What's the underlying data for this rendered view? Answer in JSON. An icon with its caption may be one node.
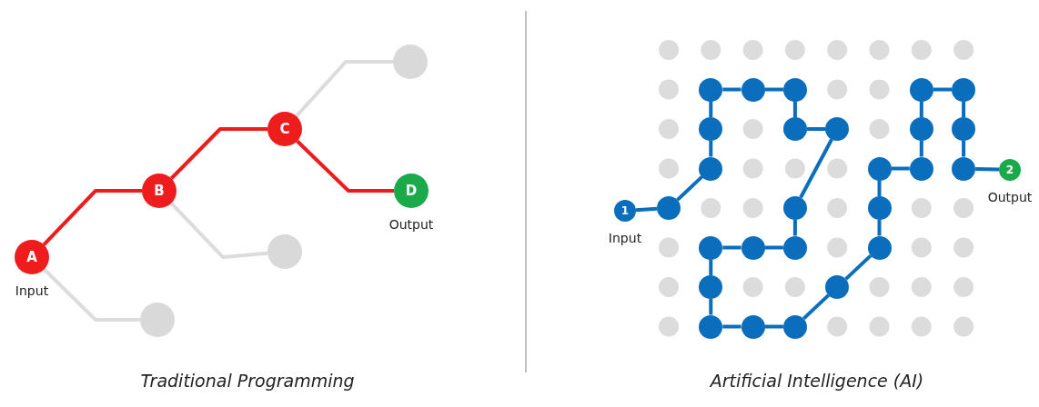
{
  "diagram": {
    "nodes": [
      {
        "text": [
          "A"
        ],
        "beside": [
          "Input"
        ]
      },
      {
        "text": [
          "B"
        ]
      },
      {
        "text": [
          "C"
        ]
      },
      {
        "text": [
          "D"
        ],
        "beside": [
          "Output"
        ]
      },
      {
        "text": [],
        "shape": "circle"
      },
      {
        "text": [],
        "shape": "circle"
      },
      {
        "text": [],
        "shape": "circle"
      },
      {
        "text": [
          "1"
        ],
        "beside": [
          "Input"
        ]
      },
      {
        "text": [
          "2"
        ],
        "beside": [
          "Output"
        ]
      },
      {
        "text": [],
        "shape": "circle"
      },
      {
        "text": [],
        "shape": "circle"
      },
      {
        "text": [],
        "shape": "circle"
      },
      {
        "text": [],
        "shape": "circle"
      },
      {
        "text": [],
        "shape": "circle"
      },
      {
        "text": [],
        "shape": "circle"
      },
      {
        "text": [],
        "shape": "circle"
      },
      {
        "text": [],
        "shape": "circle"
      },
      {
        "text": [],
        "shape": "circle"
      },
      {
        "text": [],
        "shape": "circle"
      },
      {
        "text": [],
        "shape": "circle"
      },
      {
        "text": [],
        "shape": "circle"
      },
      {
        "text": [],
        "shape": "circle"
      },
      {
        "text": [],
        "shape": "circle"
      },
      {
        "text": [],
        "shape": "circle"
      },
      {
        "text": [],
        "shape": "circle"
      },
      {
        "text": [],
        "shape": "circle"
      },
      {
        "text": [],
        "shape": "circle"
      },
      {
        "text": [],
        "shape": "circle"
      },
      {
        "text": [],
        "shape": "circle"
      },
      {
        "text": [],
        "shape": "circle"
      },
      {
        "text": [],
        "shape": "circle"
      },
      {
        "text": [],
        "shape": "circle"
      },
      {
        "text": [],
        "shape": "circle"
      },
      {
        "text": [],
        "shape": "circle"
      },
      {
        "text": [],
        "shape": "circle"
      }
    ],
    "edges": [
      {
        "from": 0,
        "to": 1,
        "arrow": "none",
        "color": "#ee1c1c"
      },
      {
        "from": 1,
        "to": 2,
        "arrow": "none",
        "color": "#ee1c1c"
      },
      {
        "from": 2,
        "to": 3,
        "arrow": "none",
        "color": "#ee1c1c"
      },
      {
        "from": 0,
        "to": 4,
        "arrow": "none",
        "color": "#dcdcdc"
      },
      {
        "from": 1,
        "to": 5,
        "arrow": "none",
        "color": "#dcdcdc"
      },
      {
        "from": 2,
        "to": 6,
        "arrow": "none",
        "color": "#dcdcdc"
      },
      {
        "from": 7,
        "to": 23,
        "arrow": "none"
      },
      {
        "from": 23,
        "to": 19,
        "arrow": "none"
      },
      {
        "from": 19,
        "to": 14,
        "arrow": "none"
      },
      {
        "from": 14,
        "to": 9,
        "arrow": "none"
      },
      {
        "from": 9,
        "to": 10,
        "arrow": "none"
      },
      {
        "from": 10,
        "to": 11,
        "arrow": "none"
      },
      {
        "from": 11,
        "to": 15,
        "arrow": "none"
      },
      {
        "from": 15,
        "to": 16,
        "arrow": "none"
      },
      {
        "from": 16,
        "to": 24,
        "arrow": "none"
      },
      {
        "from": 24,
        "to": 28,
        "arrow": "none"
      },
      {
        "from": 28,
        "to": 27,
        "arrow": "none"
      },
      {
        "from": 27,
        "to": 26,
        "arrow": "none"
      },
      {
        "from": 26,
        "to": 30,
        "arrow": "none"
      },
      {
        "from": 30,
        "to": 32,
        "arrow": "none"
      },
      {
        "from": 32,
        "to": 33,
        "arrow": "none"
      },
      {
        "from": 33,
        "to": 34,
        "arrow": "none"
      },
      {
        "from": 34,
        "to": 31,
        "arrow": "none"
      },
      {
        "from": 31,
        "to": 29,
        "arrow": "none"
      },
      {
        "from": 29,
        "to": 25,
        "arrow": "none"
      },
      {
        "from": 25,
        "to": 20,
        "arrow": "none"
      },
      {
        "from": 20,
        "to": 21,
        "arrow": "none"
      },
      {
        "from": 21,
        "to": 17,
        "arrow": "none"
      },
      {
        "from": 17,
        "to": 12,
        "arrow": "none"
      },
      {
        "from": 12,
        "to": 13,
        "arrow": "none"
      },
      {
        "from": 13,
        "to": 18,
        "arrow": "none"
      },
      {
        "from": 18,
        "to": 22,
        "arrow": "none"
      },
      {
        "from": 22,
        "to": 8,
        "arrow": "none"
      }
    ],
    "labels": [
      "Traditional Programming",
      "Artificial Intelligence (AI)"
    ]
  }
}
